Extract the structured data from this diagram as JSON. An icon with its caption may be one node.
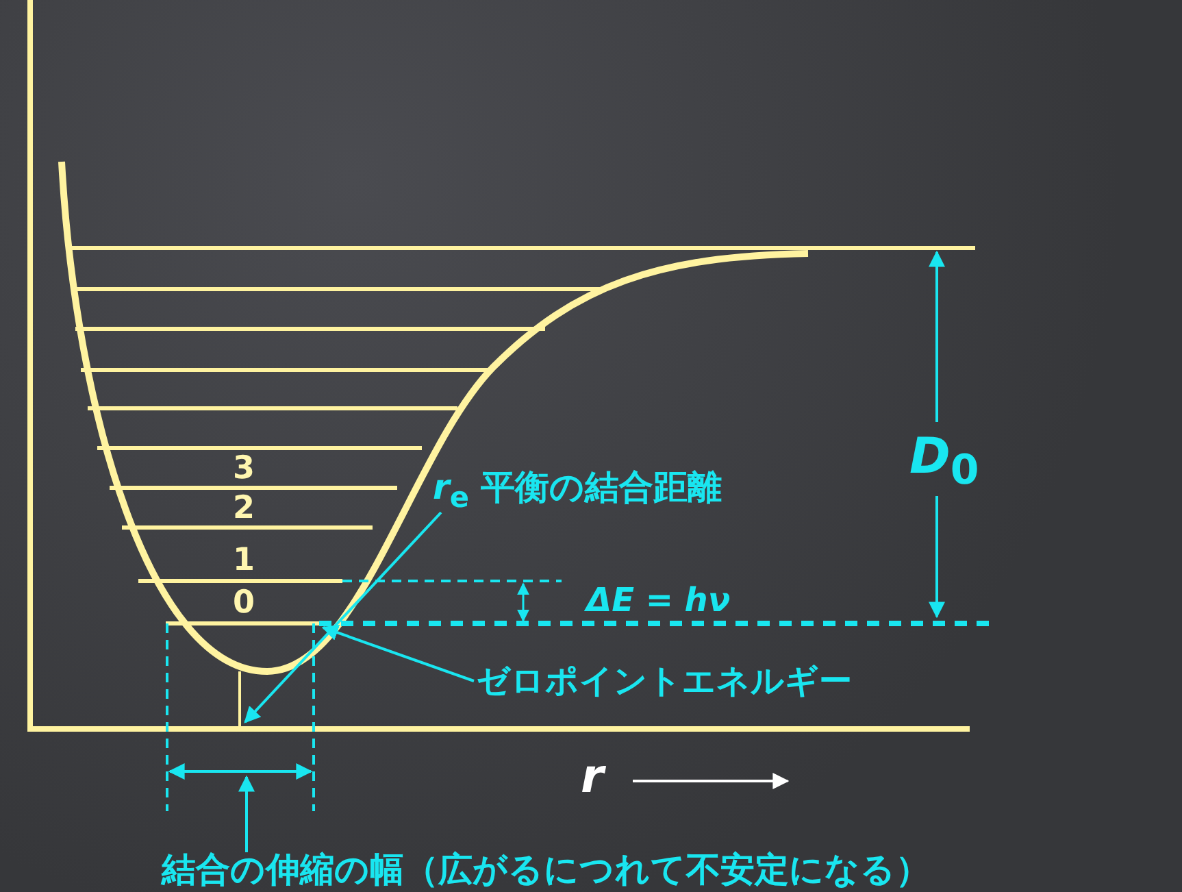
{
  "diagram": {
    "nodes": [
      {
        "text": [
          "*r*$_{e}$ 平衡の結合距離"
        ]
      },
      {
        "text": [
          "ゼロポイントエネルギー"
        ]
      },
      {
        "text": [
          "結合の伸縮の幅（広がるにつれて不安定になる）"
        ]
      }
    ],
    "edges": [
      {
        "from": 0,
        "to": null,
        "arrow": "to"
      },
      {
        "from": 1,
        "to": null,
        "arrow": "to"
      },
      {
        "from": 2,
        "to": null,
        "arrow": "to"
      }
    ],
    "labels": [
      "3",
      "2",
      "1",
      "0",
      "*D*$_{0}$",
      "*ΔE* = *hν*",
      "*r*"
    ]
  }
}
